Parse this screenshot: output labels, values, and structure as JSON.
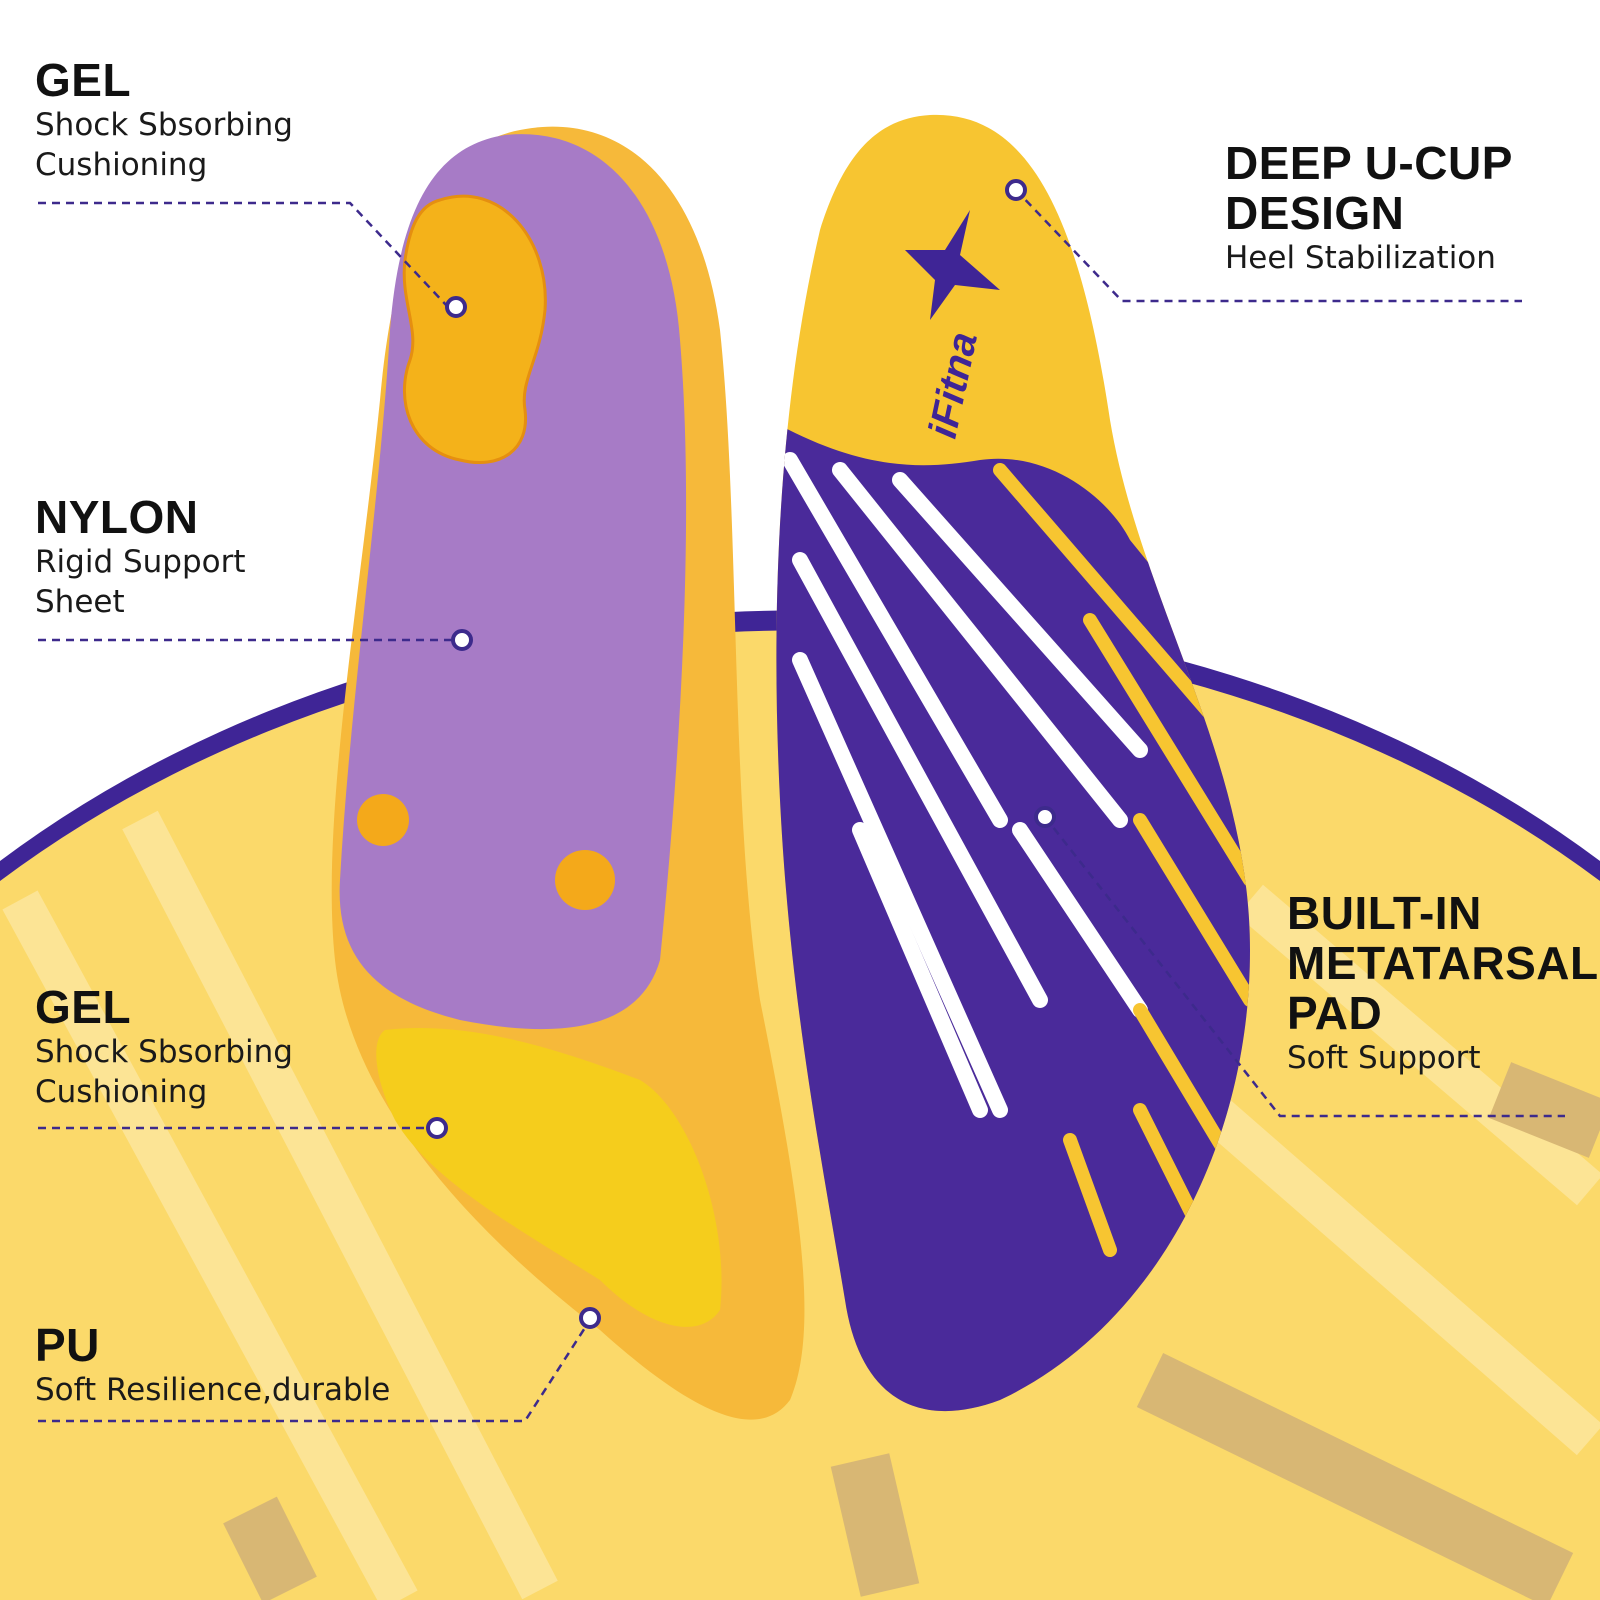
{
  "brand": {
    "logo_text": "iFitna",
    "watermark": "IFITNA"
  },
  "colors": {
    "purple": "#4a2a9a",
    "yellow": "#f7c531",
    "light_yellow": "#fbe08a",
    "lilac": "#a77bc6",
    "leader": "#3d2a8c"
  },
  "callouts_left": [
    {
      "title": "GEL",
      "subtitle_lines": [
        "Shock Sbsorbing",
        "Cushioning"
      ]
    },
    {
      "title": "NYLON",
      "subtitle_lines": [
        "Rigid Support",
        "Sheet"
      ]
    },
    {
      "title": "GEL",
      "subtitle_lines": [
        "Shock Sbsorbing",
        "Cushioning"
      ]
    },
    {
      "title": "PU",
      "subtitle_lines": [
        "Soft Resilience,durable"
      ]
    }
  ],
  "callouts_right": [
    {
      "title_lines": [
        "DEEP U-CUP",
        "DESIGN"
      ],
      "subtitle": "Heel Stabilization"
    },
    {
      "title_lines": [
        "BUILT-IN",
        "METATARSAL",
        "PAD"
      ],
      "subtitle": "Soft Support"
    }
  ]
}
